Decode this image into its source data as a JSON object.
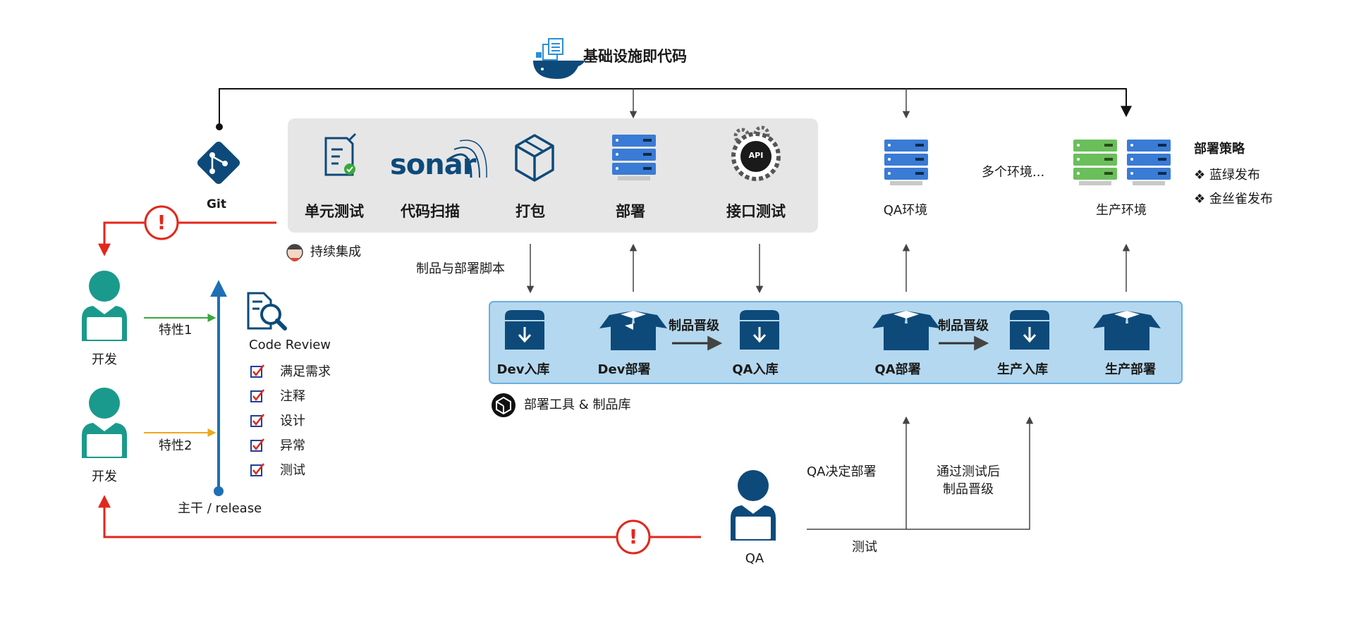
{
  "iac": {
    "label": "基础设施即代码"
  },
  "git": {
    "label": "Git"
  },
  "ci": {
    "label": "持续集成",
    "steps": [
      "单元测试",
      "代码扫描",
      "打包",
      "部署",
      "接口测试"
    ],
    "sonar_text": "sonar",
    "api_text": "API"
  },
  "env": {
    "qa": "QA环境",
    "multi": "多个环境...",
    "prod": "生产环境"
  },
  "strategy": {
    "title": "部署策略",
    "items": [
      "❖ 蓝绿发布",
      "❖ 金丝雀发布"
    ]
  },
  "script_label": "制品与部署脚本",
  "repo": {
    "label": "部署工具 & 制品库",
    "stages": [
      "Dev入库",
      "Dev部署",
      "QA入库",
      "QA部署",
      "生产入库",
      "生产部署"
    ],
    "promote": "制品晋级"
  },
  "dev": {
    "label": "开发",
    "feature1": "特性1",
    "feature2": "特性2"
  },
  "trunk": {
    "label": "主干 / release"
  },
  "review": {
    "title": "Code Review",
    "items": [
      "满足需求",
      "注释",
      "设计",
      "异常",
      "测试"
    ]
  },
  "qa": {
    "label": "QA",
    "decide": "QA决定部署",
    "promote_line1": "通过测试后",
    "promote_line2": "制品晋级",
    "test": "测试"
  },
  "alert_mark": "!",
  "colors": {
    "navy": "#0d4a7a",
    "teal": "#1a9a8c",
    "red": "#e2271b",
    "blue_server": "#3a7bd5",
    "green_server": "#6abf5b",
    "repo_bg": "#b4d8ef",
    "repo_border": "#6aaee0",
    "ci_bg": "#e6e6e6",
    "trunk": "#1f6fb5"
  }
}
